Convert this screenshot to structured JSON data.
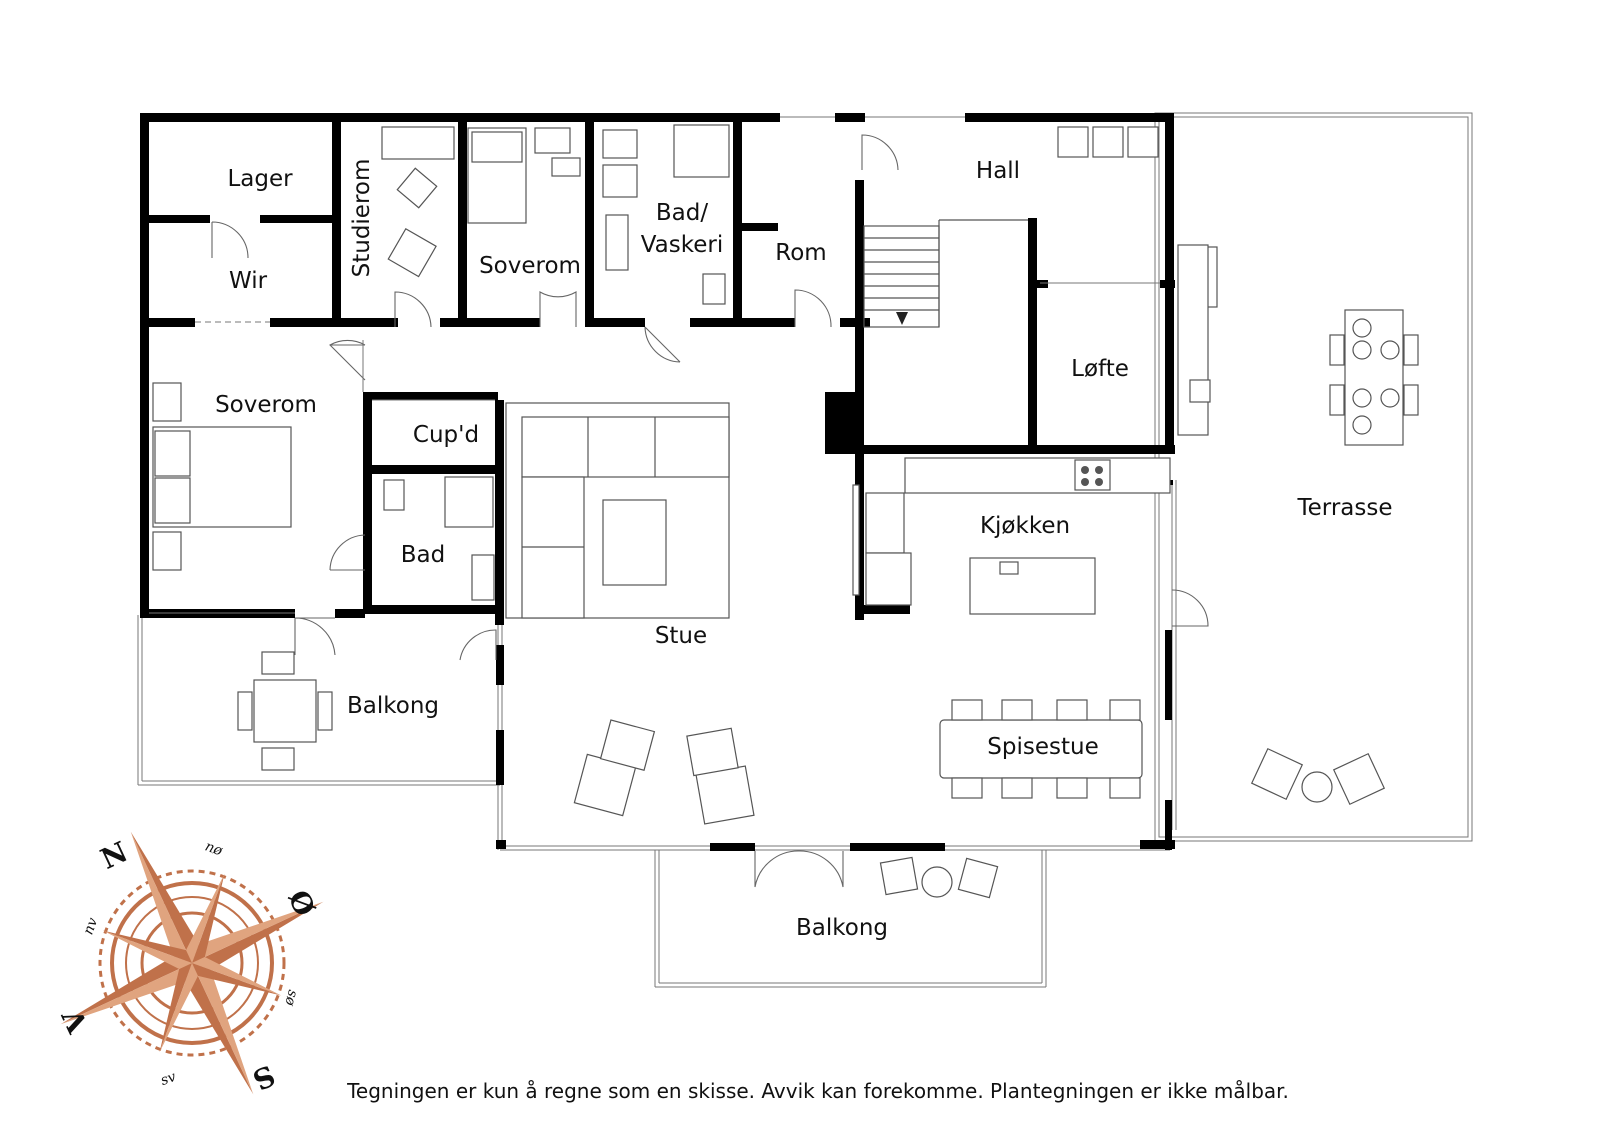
{
  "rooms": {
    "lager": "Lager",
    "wir": "Wir",
    "studierom": "Studierom",
    "soverom_top": "Soverom",
    "bad_vaskeri_line1": "Bad/",
    "bad_vaskeri_line2": "Vaskeri",
    "rom": "Rom",
    "hall": "Hall",
    "lofte": "Løfte",
    "soverom_left": "Soverom",
    "cupd": "Cup'd",
    "bad": "Bad",
    "kjokken": "Kjøkken",
    "terrasse": "Terrasse",
    "stue": "Stue",
    "balkong_left": "Balkong",
    "spisestue": "Spisestue",
    "balkong_bottom": "Balkong"
  },
  "compass": {
    "north": "N",
    "east": "Ø",
    "south": "S",
    "west": "V",
    "northeast": "nø",
    "southeast": "sø",
    "southwest": "sv",
    "northwest": "nv",
    "color": "#c0714a"
  },
  "caption": "Tegningen er kun å regne som en skisse. Avvik kan forekomme. Plantegningen er ikke målbar."
}
